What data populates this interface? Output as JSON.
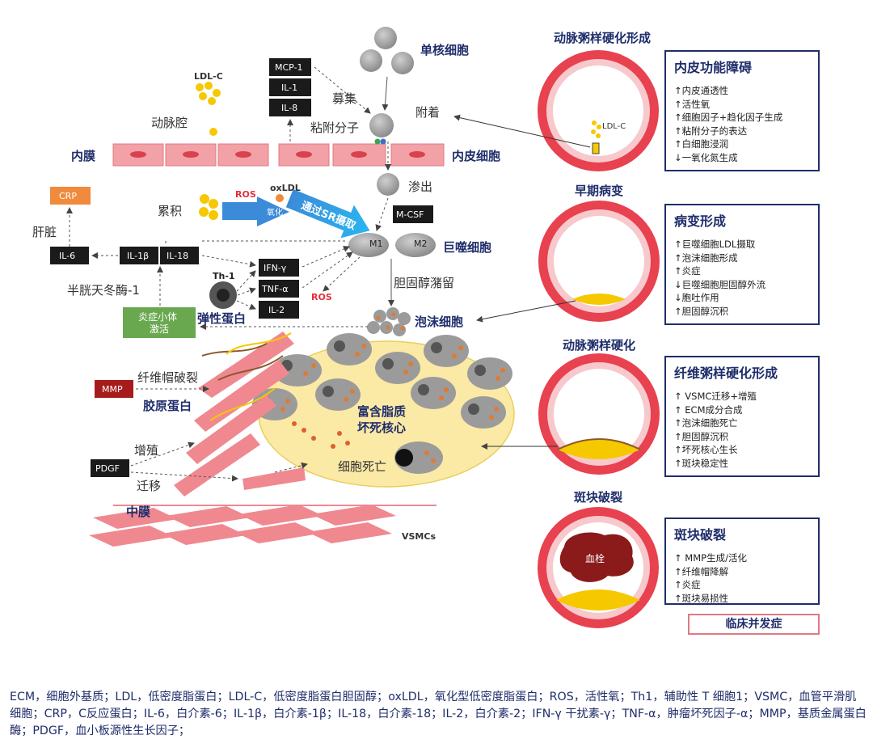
{
  "left_diagram": {
    "ldl_c": "LDL-C",
    "lumen": "动脉腔",
    "intima": "内膜",
    "endothelial": "内皮细胞",
    "accumulate": "累积",
    "ros": "ROS",
    "oxldl": "oxLDL",
    "oxidize": "氧化",
    "sr_uptake": "通过SR摄取",
    "mcp1": "MCP-1",
    "il1": "IL-1",
    "il8": "IL-8",
    "recruit": "募集",
    "monocyte": "单核细胞",
    "adhesion_molecule": "粘附分子",
    "attach": "附着",
    "extravasation": "渗出",
    "mcsf": "M-CSF",
    "m1": "M1",
    "m2": "M2",
    "macrophage": "巨噬细胞",
    "cholesterol_retention": "胆固醇潴留",
    "foam_cell": "泡沫细胞",
    "crp": "CRP",
    "liver": "肝脏",
    "il6": "IL-6",
    "il1b": "IL-1β",
    "il18": "IL-18",
    "caspase1": "半胱天冬酶-1",
    "ifng": "IFN-γ",
    "tnfa": "TNF-α",
    "il2": "IL-2",
    "th1": "Th-1",
    "elastin": "弹性蛋白",
    "inflammasome": "炎症小体\n激活",
    "mmp": "MMP",
    "cap_rupture": "纤维帽破裂",
    "collagen": "胶原蛋白",
    "necrotic_core": "富含脂质\n坏死核心",
    "cell_death": "细胞死亡",
    "proliferate": "增殖",
    "pdgf": "PDGF",
    "migrate": "迁移",
    "media": "中膜",
    "vsmcs": "VSMCs"
  },
  "stages": [
    {
      "title": "动脉粥样硬化形成",
      "vessel_label": "LDL-C",
      "panel_title": "内皮功能障碍",
      "items": [
        "↑内皮通透性",
        "↑活性氧",
        "↑细胞因子+趋化因子生成",
        "↑粘附分子的表达",
        "↑白细胞浸润",
        "↓一氧化氮生成"
      ]
    },
    {
      "title": "早期病变",
      "panel_title": "病变形成",
      "items": [
        "↑巨噬细胞LDL摄取",
        "↑泡沫细胞形成",
        "↑炎症",
        "↓巨噬细胞胆固醇外流",
        "↓胞吐作用",
        "↑胆固醇沉积"
      ]
    },
    {
      "title": "动脉粥样硬化",
      "panel_title": "纤维粥样硬化形成",
      "items": [
        "↑ VSMC迁移+增殖",
        "↑ ECM成分合成",
        "↑泡沫细胞死亡",
        "↑胆固醇沉积",
        "↑坏死核心生长",
        "↑斑块稳定性"
      ]
    },
    {
      "title": "斑块破裂",
      "vessel_label": "血栓",
      "panel_title": "斑块破裂",
      "items": [
        "↑ MMP生成/活化",
        "↑纤维帽降解",
        "↑炎症",
        "↑斑块易损性"
      ]
    }
  ],
  "clinical": "临床并发症",
  "abbreviations": "ECM，细胞外基质；LDL，低密度脂蛋白；LDL-C，低密度脂蛋白胆固醇；oxLDL，氧化型低密度脂蛋白；ROS，活性氧；Th1，辅助性 T 细胞1；VSMC，血管平滑肌细胞；CRP，C反应蛋白；IL-6，白介素-6；IL-1β，白介素-1β；IL-18，白介素-18；IL-2，白介素-2；IFN-γ 干扰素-γ；TNF-α，肿瘤坏死因子-α；MMP，基质金属蛋白酶；PDGF，血小板源性生长因子；",
  "colors": {
    "navy": "#1f2d6b",
    "endothelium": "#f2a1a6",
    "vessel_wall": "#e8414f",
    "lipid": "#f5c800",
    "crp": "#f08a3c",
    "inflammasome": "#6aa84f",
    "mmp": "#a61c1c",
    "sr_arrow": "#29a9e0"
  }
}
